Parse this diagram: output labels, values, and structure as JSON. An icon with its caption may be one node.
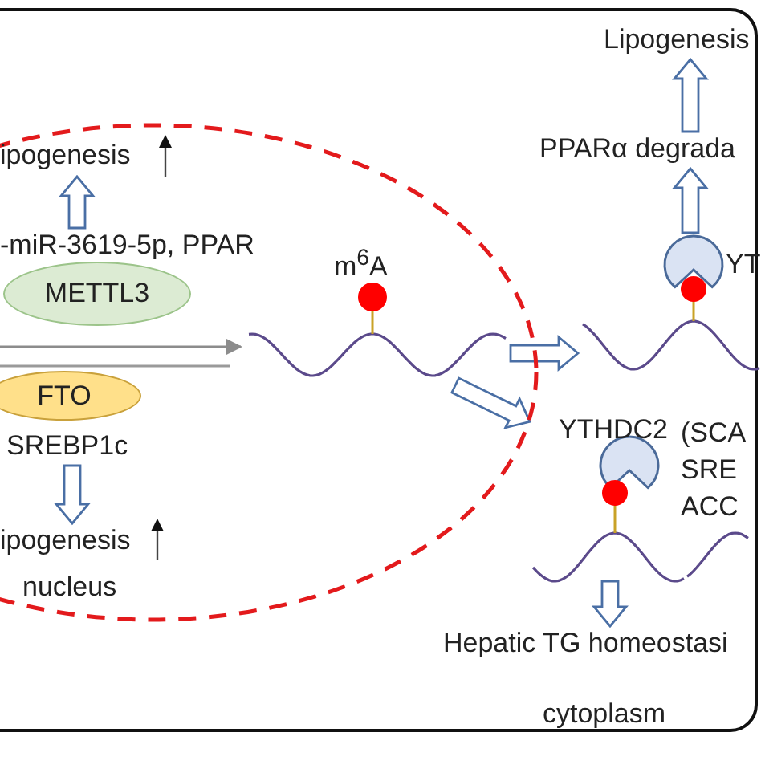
{
  "diagram": {
    "nodes": [
      {
        "text": [
          "cytoplasm"
        ]
      },
      {
        "text": [
          "nucleus"
        ],
        "in": 0
      },
      {
        "text": [
          "ipogenesis"
        ],
        "in": 1
      },
      {
        "text": [
          "-miR-3619-5p, PPAR"
        ],
        "in": 1
      },
      {
        "text": [
          "METTL3"
        ],
        "in": 1
      },
      {
        "text": [
          "FTO"
        ],
        "in": 1
      },
      {
        "text": [
          "SREBP1c"
        ],
        "in": 1
      },
      {
        "text": [
          "ipogenesis"
        ],
        "in": 1
      },
      {
        "text": [
          "m$^{6}$A"
        ],
        "in": 1
      },
      {
        "text": [
          "Lipogenesis"
        ],
        "in": 0
      },
      {
        "text": [
          "PPARα degrada"
        ],
        "in": 0
      },
      {
        "text": [
          "YT"
        ],
        "in": 0
      },
      {
        "text": [
          "YTHDC2"
        ],
        "in": 0
      },
      {
        "text": [
          "Hepatic TG homeostasi"
        ],
        "in": 0
      }
    ],
    "edges": [
      {
        "from": 3,
        "to": 2,
        "arrow": "to"
      },
      {
        "from": 6,
        "to": 7,
        "arrow": "to"
      },
      {
        "from": null,
        "to": 8,
        "arrow": "to",
        "color": "#8c8c8c"
      },
      {
        "from": 8,
        "to": 11,
        "arrow": "to"
      },
      {
        "from": 8,
        "to": 12,
        "arrow": "to"
      },
      {
        "from": 11,
        "to": 10,
        "arrow": "to"
      },
      {
        "from": 10,
        "to": 9,
        "arrow": "to"
      },
      {
        "from": 12,
        "to": 13,
        "arrow": "to"
      }
    ],
    "labels": [
      "(SCA SRE ACC"
    ]
  }
}
